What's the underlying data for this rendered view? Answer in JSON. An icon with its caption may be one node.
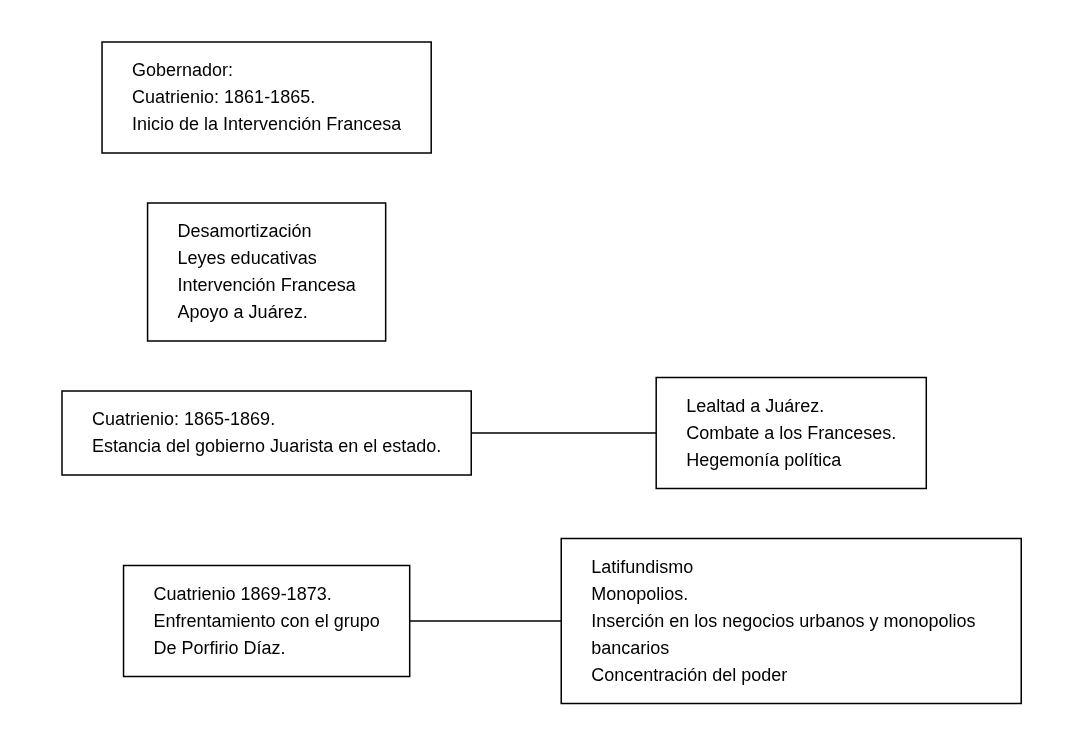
{
  "diagram": {
    "nodes": [
      {
        "text": [
          "Gobernador:",
          "Cuatrienio: 1861-1865.",
          "Inicio de la Intervención Francesa"
        ]
      },
      {
        "text": [
          "Desamortización",
          "Leyes educativas",
          "Intervención Francesa",
          "Apoyo a Juárez."
        ]
      },
      {
        "text": [
          "Cuatrienio: 1865-1869.",
          "Estancia del gobierno Juarista en el estado."
        ]
      },
      {
        "text": [
          "Lealtad a Juárez.",
          "Combate a los Franceses.",
          "Hegemonía política"
        ]
      },
      {
        "text": [
          "Cuatrienio 1869-1873.",
          "Enfrentamiento con el grupo",
          "De Porfirio Díaz."
        ]
      },
      {
        "text": [
          "Latifundismo",
          "Monopolios.",
          "Inserción en los negocios urbanos y monopolios bancarios",
          "Concentración del poder"
        ]
      }
    ],
    "edges": [
      {
        "from": 2,
        "to": 3,
        "arrow": "none"
      },
      {
        "from": 4,
        "to": 5,
        "arrow": "none"
      }
    ]
  }
}
